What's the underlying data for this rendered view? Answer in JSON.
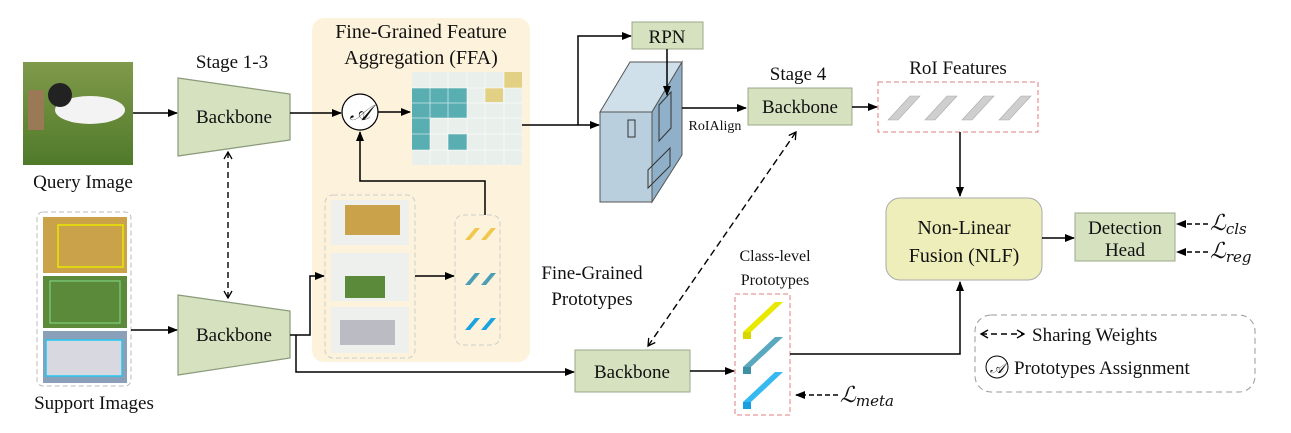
{
  "labels": {
    "query_image": "Query Image",
    "support_images": "Support Images",
    "stage_1_3": "Stage 1-3",
    "stage_4": "Stage 4",
    "backbone": "Backbone",
    "ffa_line1": "Fine-Grained Feature",
    "ffa_line2": "Aggregation (FFA)",
    "assignment_symbol": "𝒜",
    "rpn": "RPN",
    "roialign": "RoIAlign",
    "roi_features": "RoI Features",
    "nlf_line1": "Non-Linear",
    "nlf_line2": "Fusion (NLF)",
    "det_line1": "Detection",
    "det_line2": "Head",
    "loss_cls": "ℒ",
    "loss_cls_sub": "cls",
    "loss_reg": "ℒ",
    "loss_reg_sub": "reg",
    "loss_meta": "ℒ",
    "loss_meta_sub": "meta",
    "fg_proto_line1": "Fine-Grained",
    "fg_proto_line2": "Prototypes",
    "cls_proto_line1": "Class-level",
    "cls_proto_line2": "Prototypes"
  },
  "legend": {
    "sharing_weights": "Sharing Weights",
    "prototypes_assignment": "Prototypes Assignment"
  },
  "colors": {
    "ffa_background": "#fdf3dc",
    "backbone_fill": "#d5e1bf",
    "nlf_fill": "#eeeebb",
    "feature_block": "#b9cfdd",
    "proto_yellow": "#e8e800",
    "proto_teal": "#4a9fb5",
    "proto_blue": "#1aa3e0"
  }
}
